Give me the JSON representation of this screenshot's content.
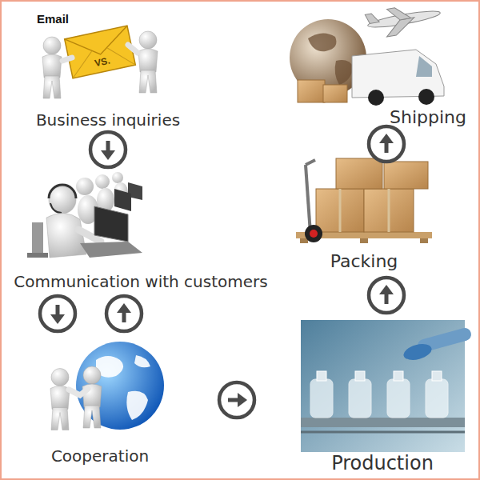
{
  "diagram": {
    "nodes": [
      {
        "text": [
          "Business inquiries"
        ]
      },
      {
        "text": [
          "Communication with customers"
        ]
      },
      {
        "text": [
          "Cooperation"
        ]
      },
      {
        "text": [
          "Production"
        ]
      },
      {
        "text": [
          "Packing"
        ]
      },
      {
        "text": [
          "Shipping"
        ]
      }
    ],
    "edges": [
      {
        "from": 0,
        "to": 1,
        "arrow": "to"
      },
      {
        "from": 1,
        "to": 2,
        "arrow": "to"
      },
      {
        "from": 2,
        "to": 1,
        "arrow": "to"
      },
      {
        "from": 2,
        "to": 3,
        "arrow": "to"
      },
      {
        "from": 3,
        "to": 4,
        "arrow": "to"
      },
      {
        "from": 4,
        "to": 5,
        "arrow": "to"
      }
    ],
    "labels": [
      "Email",
      "VS."
    ]
  }
}
